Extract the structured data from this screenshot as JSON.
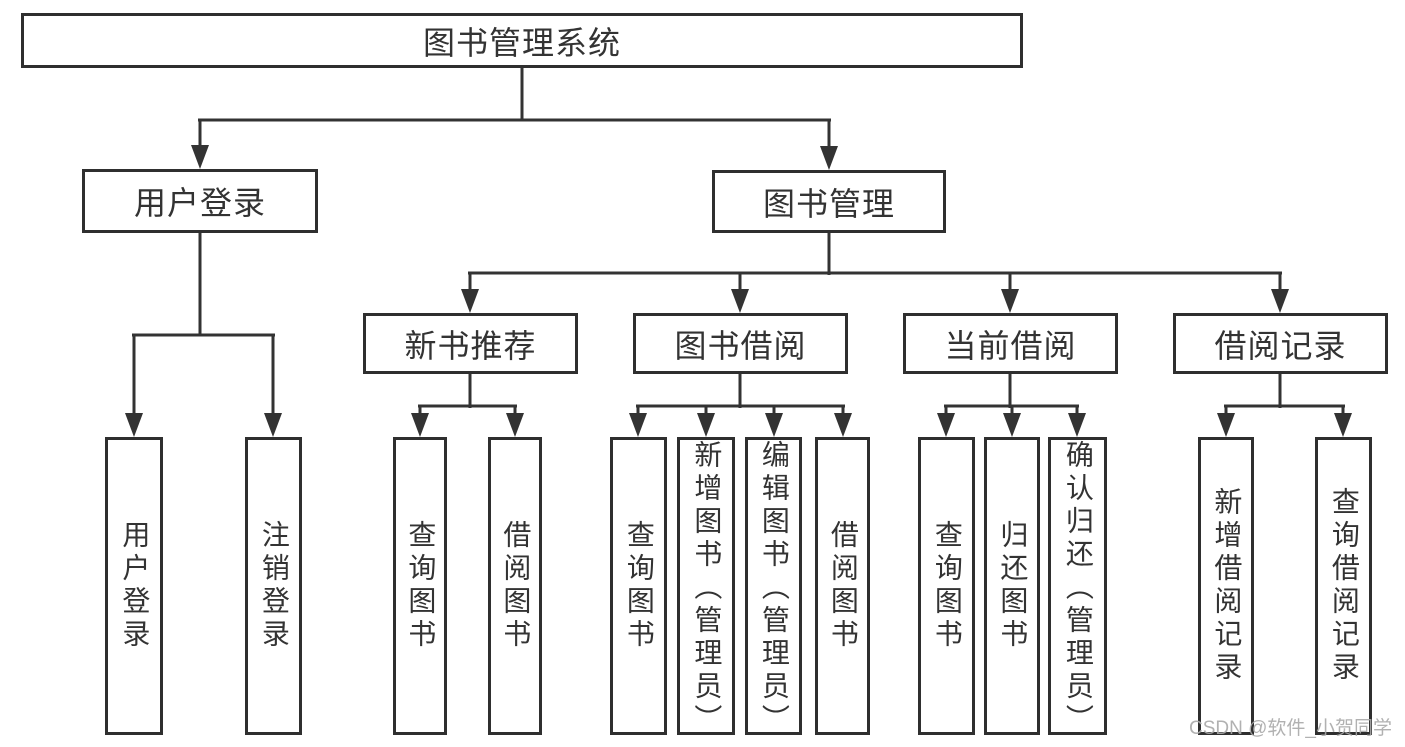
{
  "tree": {
    "root": "图书管理系统",
    "children": [
      {
        "label": "用户登录",
        "children": [
          {
            "label": "用户登录"
          },
          {
            "label": "注销登录"
          }
        ]
      },
      {
        "label": "图书管理",
        "children": [
          {
            "label": "新书推荐",
            "children": [
              {
                "label": "查询图书"
              },
              {
                "label": "借阅图书"
              }
            ]
          },
          {
            "label": "图书借阅",
            "children": [
              {
                "label": "查询图书"
              },
              {
                "label": "新增图书（管理员）"
              },
              {
                "label": "编辑图书（管理员）"
              },
              {
                "label": "借阅图书"
              }
            ]
          },
          {
            "label": "当前借阅",
            "children": [
              {
                "label": "查询图书"
              },
              {
                "label": "归还图书"
              },
              {
                "label": "确认归还（管理员）"
              }
            ]
          },
          {
            "label": "借阅记录",
            "children": [
              {
                "label": "新增借阅记录"
              },
              {
                "label": "查询借阅记录"
              }
            ]
          }
        ]
      }
    ]
  },
  "watermark": "CSDN @软件_小贺同学",
  "colors": {
    "line": "#333333",
    "box_border": "#2f2f2f",
    "text": "#333333",
    "watermark": "#a9a9a9",
    "background": "#ffffff"
  }
}
